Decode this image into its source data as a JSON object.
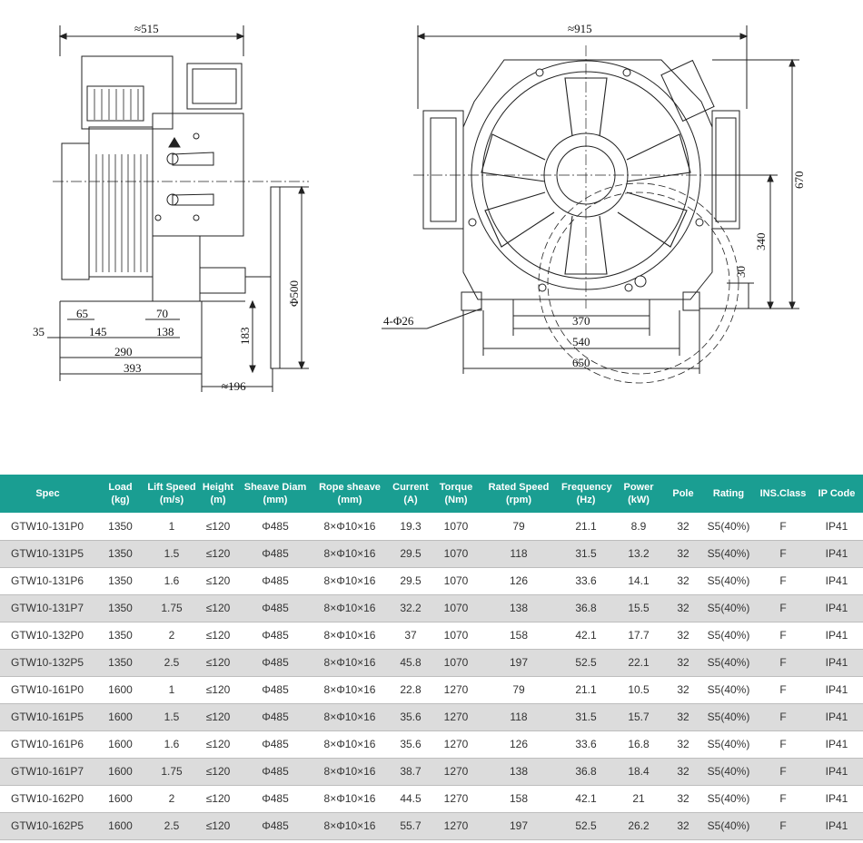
{
  "dims": {
    "width_side": "≈515",
    "width_front": "≈915",
    "height_total": "670",
    "height_340": "340",
    "height_30": "30",
    "sheave_diam": "Φ500",
    "d35": "35",
    "d65": "65",
    "d145": "145",
    "d70": "70",
    "d138": "138",
    "d290": "290",
    "d393": "393",
    "d183": "183",
    "d196": "≈196",
    "holes": "4-Φ26",
    "w370": "370",
    "w540": "540",
    "w650": "650"
  },
  "table": {
    "headers": [
      {
        "l1": "Spec",
        "l2": ""
      },
      {
        "l1": "Load",
        "l2": "(kg)"
      },
      {
        "l1": "Lift Speed",
        "l2": "(m/s)"
      },
      {
        "l1": "Height",
        "l2": "(m)"
      },
      {
        "l1": "Sheave Diam",
        "l2": "(mm)"
      },
      {
        "l1": "Rope sheave",
        "l2": "(mm)"
      },
      {
        "l1": "Current",
        "l2": "(A)"
      },
      {
        "l1": "Torque",
        "l2": "(Nm)"
      },
      {
        "l1": "Rated Speed",
        "l2": "(rpm)"
      },
      {
        "l1": "Frequency",
        "l2": "(Hz)"
      },
      {
        "l1": "Power",
        "l2": "(kW)"
      },
      {
        "l1": "Pole",
        "l2": ""
      },
      {
        "l1": "Rating",
        "l2": ""
      },
      {
        "l1": "INS.Class",
        "l2": ""
      },
      {
        "l1": "IP Code",
        "l2": ""
      }
    ],
    "rows": [
      [
        "GTW10-131P0",
        "1350",
        "1",
        "≤120",
        "Φ485",
        "8×Φ10×16",
        "19.3",
        "1070",
        "79",
        "21.1",
        "8.9",
        "32",
        "S5(40%)",
        "F",
        "IP41"
      ],
      [
        "GTW10-131P5",
        "1350",
        "1.5",
        "≤120",
        "Φ485",
        "8×Φ10×16",
        "29.5",
        "1070",
        "118",
        "31.5",
        "13.2",
        "32",
        "S5(40%)",
        "F",
        "IP41"
      ],
      [
        "GTW10-131P6",
        "1350",
        "1.6",
        "≤120",
        "Φ485",
        "8×Φ10×16",
        "29.5",
        "1070",
        "126",
        "33.6",
        "14.1",
        "32",
        "S5(40%)",
        "F",
        "IP41"
      ],
      [
        "GTW10-131P7",
        "1350",
        "1.75",
        "≤120",
        "Φ485",
        "8×Φ10×16",
        "32.2",
        "1070",
        "138",
        "36.8",
        "15.5",
        "32",
        "S5(40%)",
        "F",
        "IP41"
      ],
      [
        "GTW10-132P0",
        "1350",
        "2",
        "≤120",
        "Φ485",
        "8×Φ10×16",
        "37",
        "1070",
        "158",
        "42.1",
        "17.7",
        "32",
        "S5(40%)",
        "F",
        "IP41"
      ],
      [
        "GTW10-132P5",
        "1350",
        "2.5",
        "≤120",
        "Φ485",
        "8×Φ10×16",
        "45.8",
        "1070",
        "197",
        "52.5",
        "22.1",
        "32",
        "S5(40%)",
        "F",
        "IP41"
      ],
      [
        "GTW10-161P0",
        "1600",
        "1",
        "≤120",
        "Φ485",
        "8×Φ10×16",
        "22.8",
        "1270",
        "79",
        "21.1",
        "10.5",
        "32",
        "S5(40%)",
        "F",
        "IP41"
      ],
      [
        "GTW10-161P5",
        "1600",
        "1.5",
        "≤120",
        "Φ485",
        "8×Φ10×16",
        "35.6",
        "1270",
        "118",
        "31.5",
        "15.7",
        "32",
        "S5(40%)",
        "F",
        "IP41"
      ],
      [
        "GTW10-161P6",
        "1600",
        "1.6",
        "≤120",
        "Φ485",
        "8×Φ10×16",
        "35.6",
        "1270",
        "126",
        "33.6",
        "16.8",
        "32",
        "S5(40%)",
        "F",
        "IP41"
      ],
      [
        "GTW10-161P7",
        "1600",
        "1.75",
        "≤120",
        "Φ485",
        "8×Φ10×16",
        "38.7",
        "1270",
        "138",
        "36.8",
        "18.4",
        "32",
        "S5(40%)",
        "F",
        "IP41"
      ],
      [
        "GTW10-162P0",
        "1600",
        "2",
        "≤120",
        "Φ485",
        "8×Φ10×16",
        "44.5",
        "1270",
        "158",
        "42.1",
        "21",
        "32",
        "S5(40%)",
        "F",
        "IP41"
      ],
      [
        "GTW10-162P5",
        "1600",
        "2.5",
        "≤120",
        "Φ485",
        "8×Φ10×16",
        "55.7",
        "1270",
        "197",
        "52.5",
        "26.2",
        "32",
        "S5(40%)",
        "F",
        "IP41"
      ]
    ]
  }
}
